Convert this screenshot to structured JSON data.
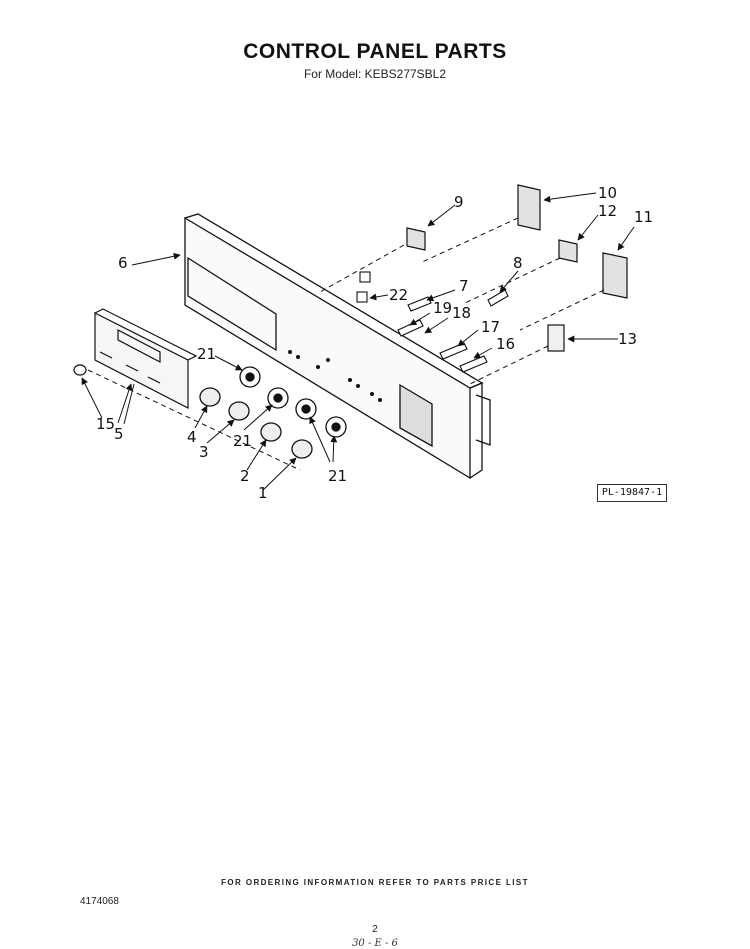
{
  "header": {
    "title": "CONTROL PANEL PARTS",
    "subtitle": "For Model: KEBS277SBL2"
  },
  "diagram": {
    "part_labels": [
      "1",
      "2",
      "3",
      "4",
      "5",
      "6",
      "7",
      "8",
      "9",
      "10",
      "11",
      "12",
      "13",
      "15",
      "16",
      "17",
      "18",
      "19",
      "21",
      "21",
      "21",
      "22"
    ],
    "reference_code": "PL-19847-1"
  },
  "footer": {
    "ordering_note": "FOR ORDERING INFORMATION REFER TO PARTS PRICE LIST",
    "document_number": "4174068",
    "page_number": "2",
    "handwritten_note": "30 - E - 6"
  }
}
